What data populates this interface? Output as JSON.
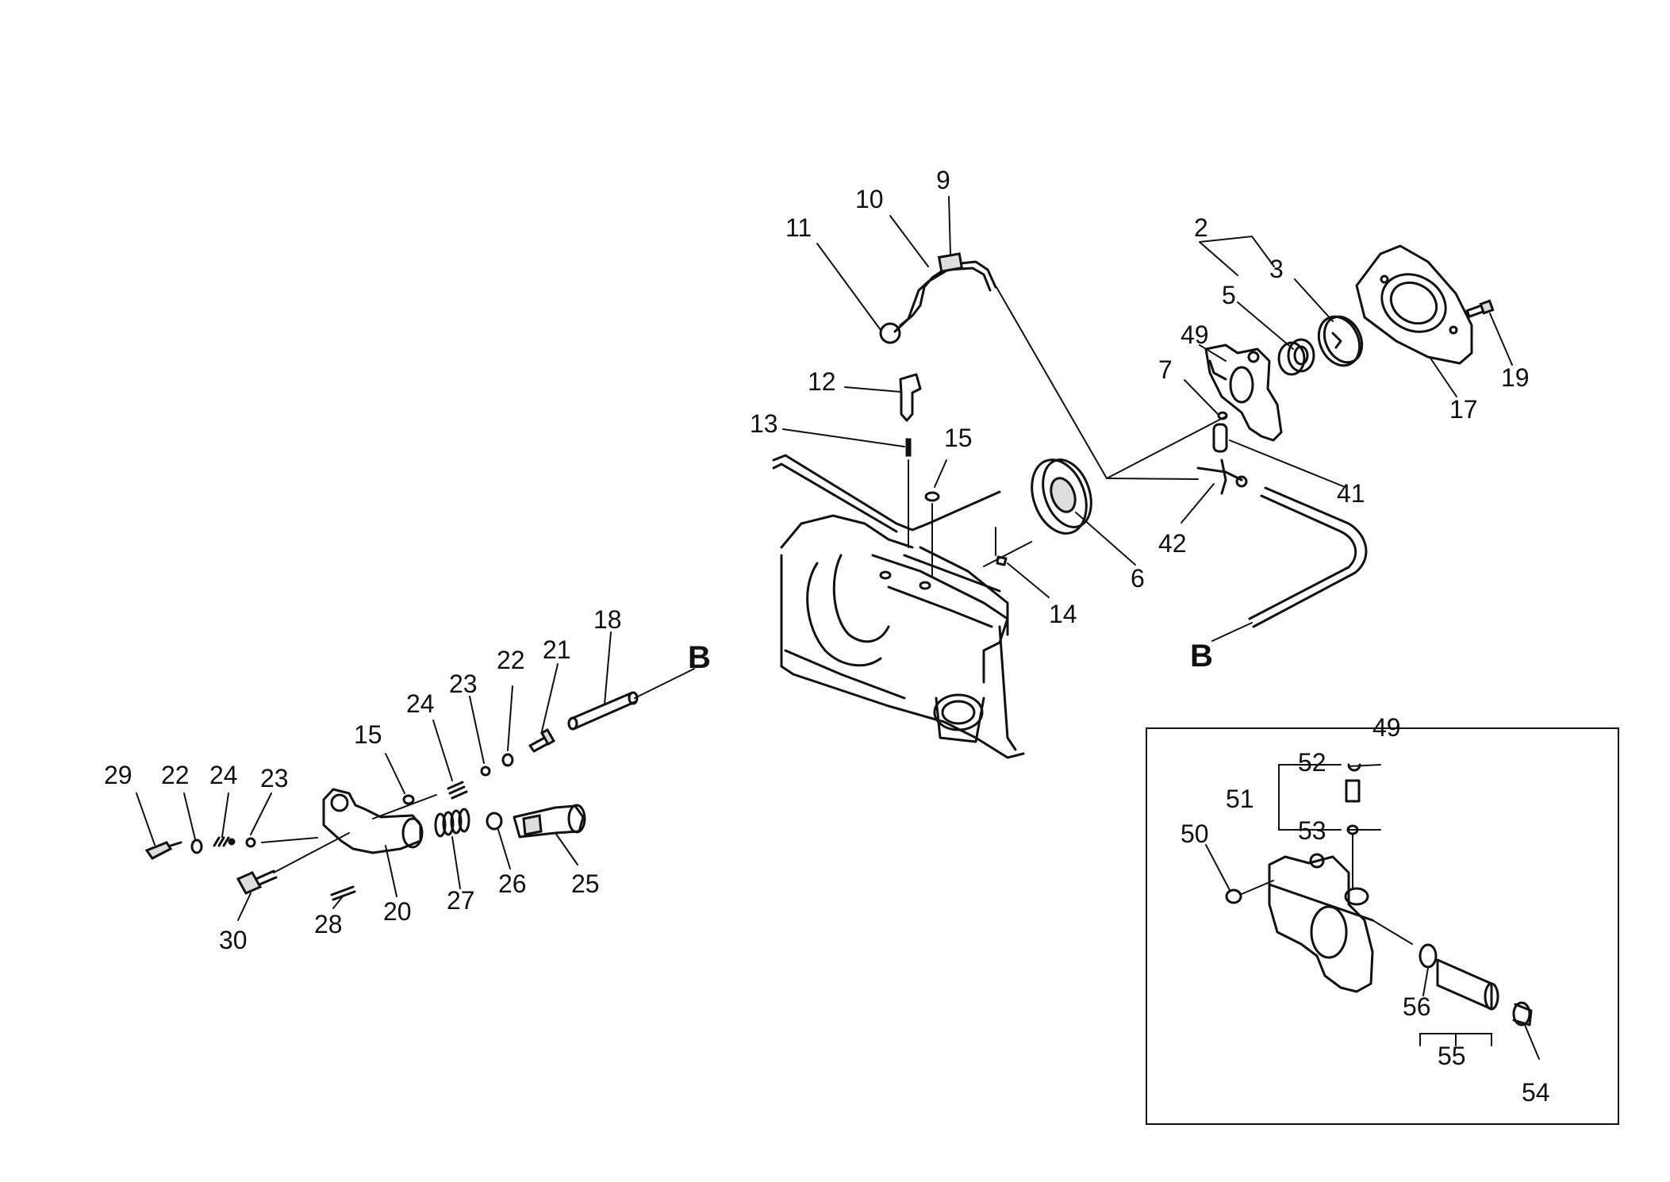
{
  "callouts": {
    "c9": "9",
    "c10": "10",
    "c11": "11",
    "c12": "12",
    "c13": "13",
    "c15a": "15",
    "c14": "14",
    "c6": "6",
    "c2": "2",
    "c3": "3",
    "c5": "5",
    "c49a": "49",
    "c7": "7",
    "c41": "41",
    "c42": "42",
    "c17": "17",
    "c19": "19",
    "cBright": "B",
    "cBleft": "B",
    "c18": "18",
    "c21": "21",
    "c22a": "22",
    "c23a": "23",
    "c24a": "24",
    "c15b": "15",
    "c29": "29",
    "c22b": "22",
    "c24b": "24",
    "c23b": "23",
    "c30": "30",
    "c28": "28",
    "c20": "20",
    "c27": "27",
    "c26": "26",
    "c25": "25",
    "c49b": "49",
    "c52": "52",
    "c51": "51",
    "c53": "53",
    "c50": "50",
    "c56": "56",
    "c55": "55",
    "c54": "54"
  }
}
